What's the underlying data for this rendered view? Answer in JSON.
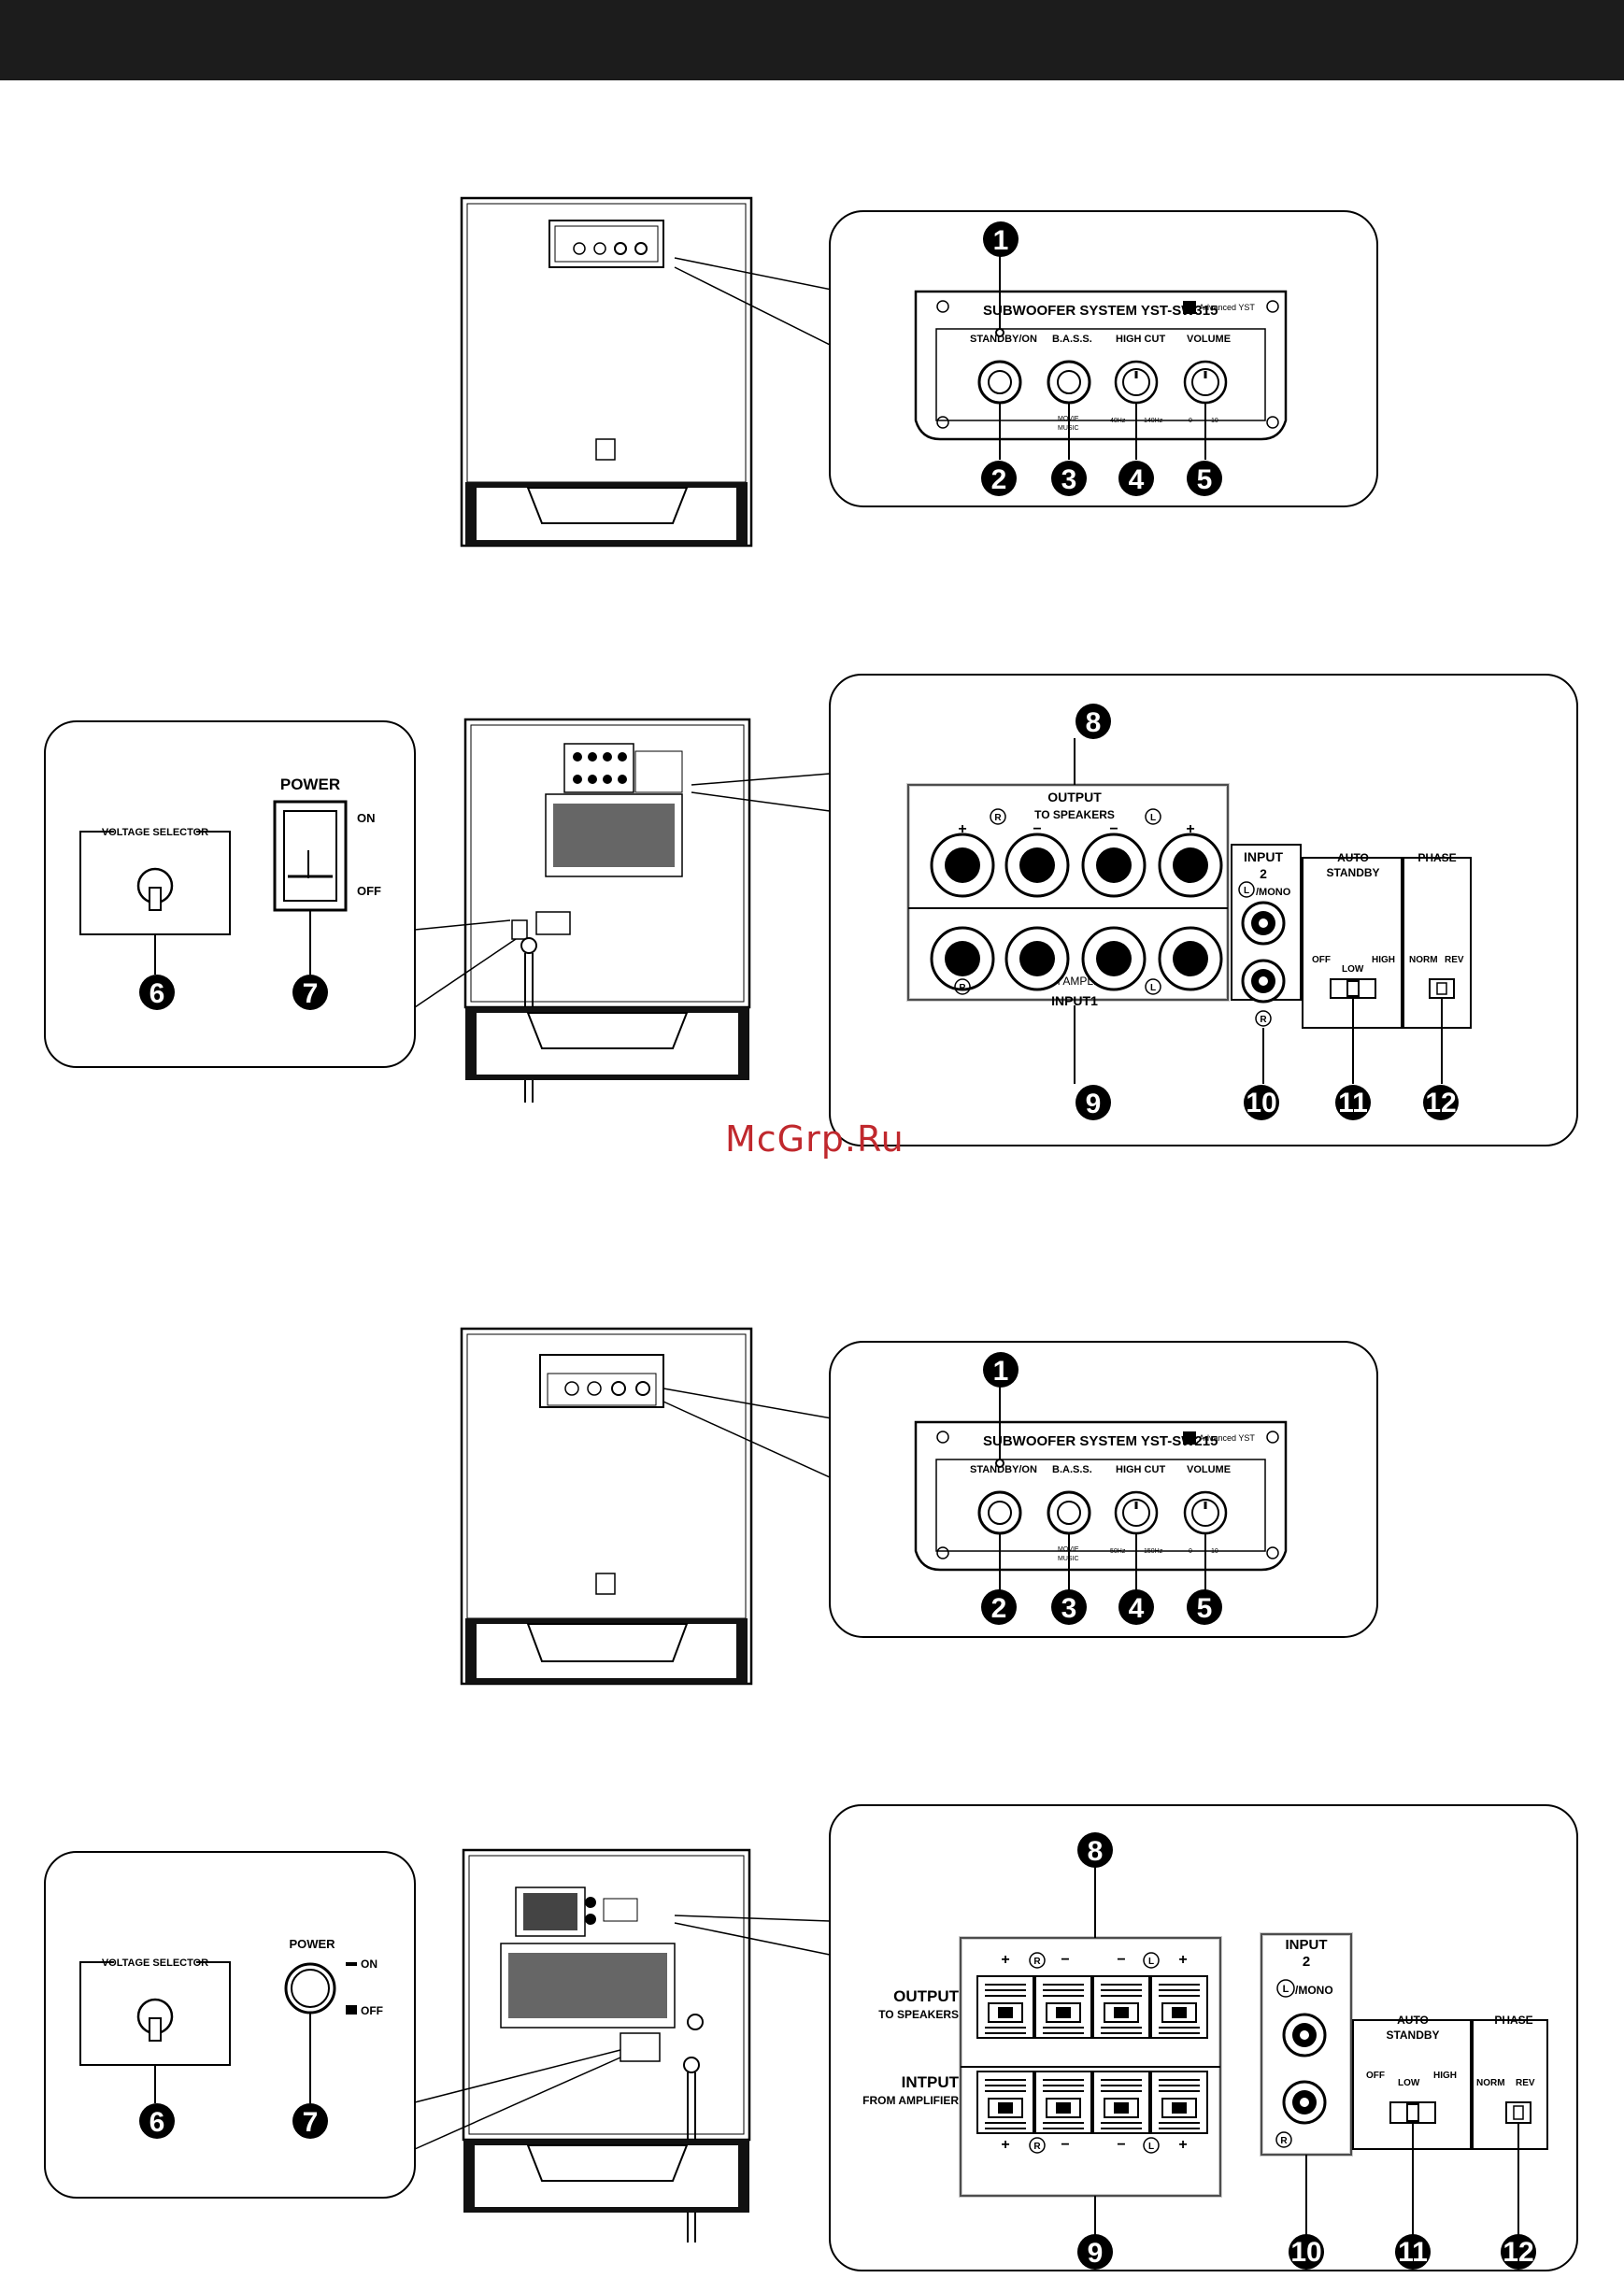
{
  "watermark": "McGrp.Ru",
  "front_panel_1": {
    "model_label": "SUBWOOFER SYSTEM YST-SW315",
    "logo_text": "Advanced YST",
    "controls": [
      "STANDBY/ON",
      "B.A.S.S.",
      "HIGH CUT",
      "VOLUME"
    ],
    "bass_modes": [
      "MOVIE",
      "MUSIC"
    ],
    "high_cut_range": [
      "40Hz",
      "140Hz"
    ],
    "volume_range": [
      "0",
      "10"
    ]
  },
  "front_panel_2": {
    "model_label": "SUBWOOFER SYSTEM YST-SW215",
    "logo_text": "Advanced YST",
    "controls": [
      "STANDBY/ON",
      "B.A.S.S.",
      "HIGH CUT",
      "VOLUME"
    ],
    "bass_modes": [
      "MOVIE",
      "MUSIC"
    ],
    "high_cut_range": [
      "50Hz",
      "150Hz"
    ],
    "volume_range": [
      "0",
      "10"
    ]
  },
  "rear_left_1": {
    "voltage_selector": "VOLTAGE SELECTOR",
    "power": "POWER",
    "on": "ON",
    "off": "OFF"
  },
  "rear_left_2": {
    "voltage_selector": "VOLTAGE SELECTOR",
    "power": "POWER",
    "on": "ON",
    "off": "OFF"
  },
  "rear_panel_1": {
    "output": "OUTPUT",
    "to_speakers": "TO SPEAKERS",
    "from_amplifier": "FROM AMPLIFIER",
    "input1": "INPUT1",
    "input2": "INPUT",
    "input2_num": "2",
    "mono": "/MONO",
    "auto_standby": "AUTO",
    "standby": "STANDBY",
    "phase": "PHASE",
    "off": "OFF",
    "low": "LOW",
    "high": "HIGH",
    "norm": "NORM",
    "rev": "REV",
    "plus": "+",
    "minus": "−"
  },
  "rear_panel_2": {
    "output": "OUTPUT",
    "to_speakers": "TO SPEAKERS",
    "input": "INTPUT",
    "from_amplifier": "FROM AMPLIFIER",
    "input2": "INPUT",
    "input2_num": "2",
    "mono": "/MONO",
    "auto_standby": "AUTO",
    "standby": "STANDBY",
    "phase": "PHASE",
    "off": "OFF",
    "low": "LOW",
    "high": "HIGH",
    "norm": "NORM",
    "rev": "REV",
    "plus": "+",
    "minus": "−"
  },
  "callouts": {
    "n1": "1",
    "n2": "2",
    "n3": "3",
    "n4": "4",
    "n5": "5",
    "n6": "6",
    "n7": "7",
    "n8": "8",
    "n9": "9",
    "n10": "10",
    "n11": "11",
    "n12": "12"
  },
  "circle_letters": {
    "r": "R",
    "l": "L"
  }
}
